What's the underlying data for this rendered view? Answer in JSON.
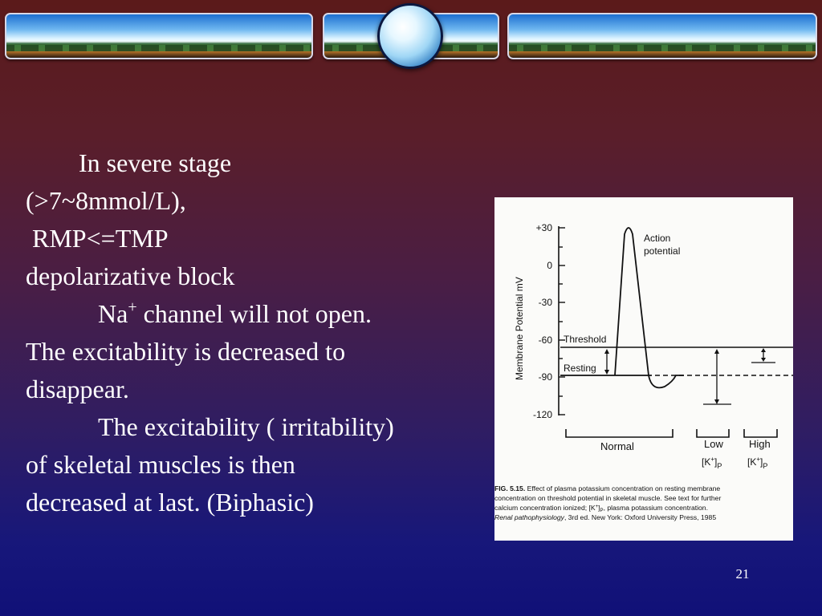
{
  "slide": {
    "lines": [
      "In severe stage",
      "(>7~8mmol/L),",
      "RMP<=TMP",
      "depolarizative block",
      "Na",
      "+",
      " channel will not open.",
      "The  excitability is decreased to",
      "disappear.",
      "The excitability ( irritability)",
      "of skeletal  muscles is then",
      "decreased at last. (Biphasic)"
    ],
    "page_number": "21"
  },
  "figure": {
    "y_axis_label": "Membrane Potential mV",
    "y_ticks": [
      "+30",
      "0",
      "-30",
      "-60",
      "-90",
      "-120"
    ],
    "labels": {
      "action": "Action",
      "potential": "potential",
      "threshold": "Threshold",
      "resting": "Resting",
      "normal": "Normal",
      "low": "Low",
      "high": "High",
      "kp_low": "[K",
      "kp_high": "[K",
      "plus": "+",
      "close": "]",
      "sub": "P"
    },
    "caption": [
      "FIG. 5.15.",
      " Effect of plasma potassium concentration on resting membrane",
      "concentration on threshold potential in skeletal muscle. See text for further",
      "calcium concentration ionized; [K",
      "+",
      "]",
      "P",
      ", plasma potassium concentration.",
      "Renal pathophysiology",
      ", 3rd ed. New York: Oxford University Press, 1985"
    ]
  }
}
